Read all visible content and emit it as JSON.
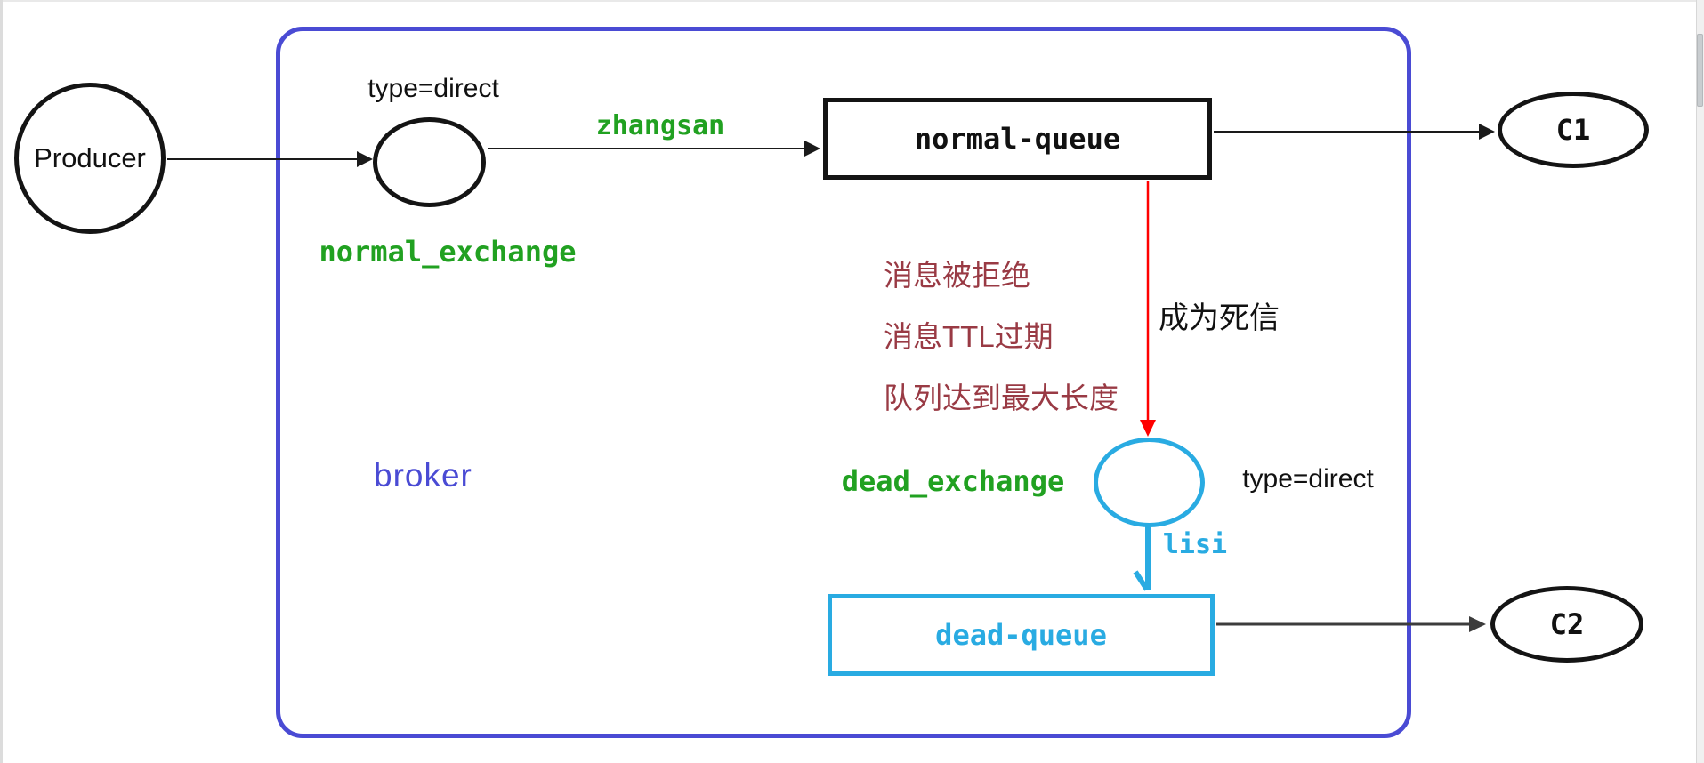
{
  "diagram": {
    "producer": {
      "label": "Producer"
    },
    "broker": {
      "label": "broker"
    },
    "normal_exchange": {
      "name": "normal_exchange",
      "type_label": "type=direct",
      "routing_key": "zhangsan"
    },
    "normal_queue": {
      "label": "normal-queue"
    },
    "consumer_c1": {
      "label": "C1"
    },
    "dead_letter": {
      "reasons": [
        "消息被拒绝",
        "消息TTL过期",
        "队列达到最大长度"
      ],
      "note": "成为死信"
    },
    "dead_exchange": {
      "name": "dead_exchange",
      "type_label": "type=direct",
      "routing_key": "lisi"
    },
    "dead_queue": {
      "label": "dead-queue"
    },
    "consumer_c2": {
      "label": "C2"
    },
    "colors": {
      "exchange_green": "#21a121",
      "dead_cyan": "#29abe2",
      "dead_letter_red": "#ff0000",
      "reason_dark_red": "#993a44",
      "broker_blue": "#4a4bd4",
      "shape_black": "#141414"
    }
  }
}
